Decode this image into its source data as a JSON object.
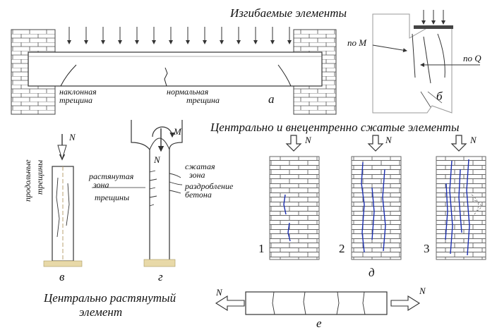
{
  "titles": {
    "bending": "Изгибаемые элементы",
    "compressed": "Центрально и внецентренно сжатые элементы",
    "tension_line1": "Центрально растянутый",
    "tension_line2": "элемент"
  },
  "beam": {
    "inclined_crack_1": "наклонная",
    "inclined_crack_2": "трещина",
    "normal_crack_1": "нормальная",
    "normal_crack_2": "трещина",
    "letter": "а"
  },
  "detail_b": {
    "by_m": "по М",
    "by_q": "по Q",
    "letter": "б"
  },
  "column_v": {
    "force": "N",
    "long_cracks_1": "продольные",
    "long_cracks_2": "трещины",
    "letter": "в"
  },
  "column_g": {
    "moment": "M",
    "force": "N",
    "tension_zone_1": "растянутая",
    "tension_zone_2": "зона",
    "cracks": "трещины",
    "comp_zone_1": "сжатая",
    "comp_zone_2": "зона",
    "crush_1": "раздробление",
    "crush_2": "бетона",
    "letter": "г"
  },
  "masonry": {
    "force": "N",
    "stage_labels": [
      "1",
      "2",
      "3"
    ],
    "letter": "д"
  },
  "tension": {
    "force_left": "N",
    "force_right": "N",
    "letter": "е"
  },
  "colors": {
    "line": "#333333",
    "crack_blue": "#1c2fb0",
    "base": "#e8d9a8"
  }
}
